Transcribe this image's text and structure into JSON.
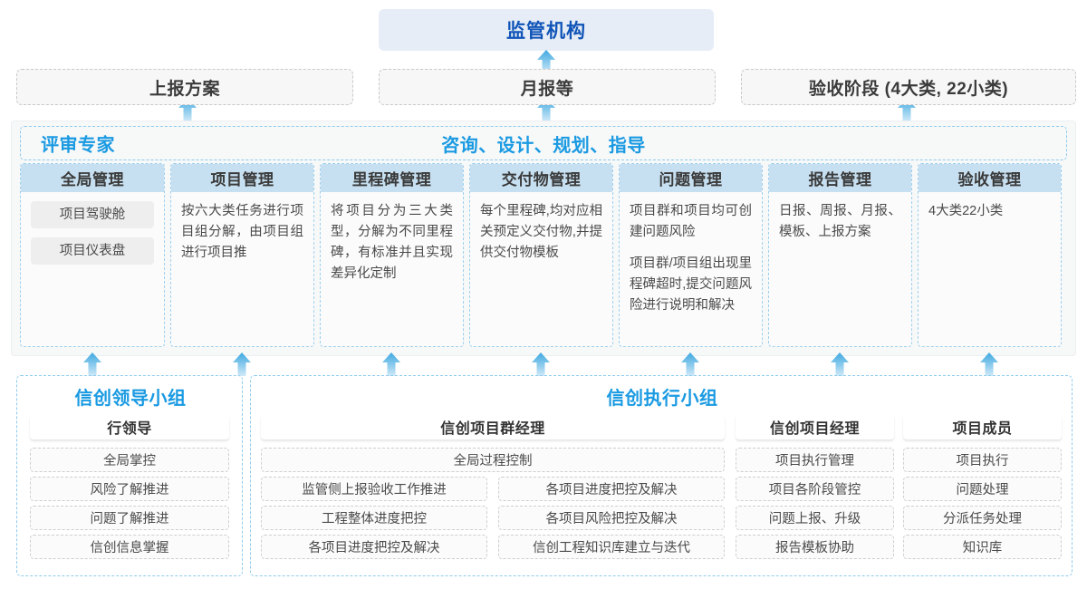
{
  "top": {
    "regulator": "监管机构",
    "boxes": [
      {
        "label": "上报方案"
      },
      {
        "label": "月报等"
      },
      {
        "label": "验收阶段 (4大类, 22小类)"
      }
    ]
  },
  "middle": {
    "role_left": "评审专家",
    "role_center": "咨询、设计、规划、指导",
    "columns": [
      {
        "head": "全局管理",
        "pills": [
          "项目驾驶舱",
          "项目仪表盘"
        ],
        "paragraphs": []
      },
      {
        "head": "项目管理",
        "pills": [],
        "paragraphs": [
          "按六大类任务进行项目组分解，由项目组进行项目推"
        ]
      },
      {
        "head": "里程碑管理",
        "pills": [],
        "paragraphs": [
          "将项目分为三大类型，分解为不同里程碑，有标准并且实现差异化定制"
        ]
      },
      {
        "head": "交付物管理",
        "pills": [],
        "paragraphs": [
          "每个里程碑,均对应相关预定义交付物,并提供交付物模板"
        ]
      },
      {
        "head": "问题管理",
        "pills": [],
        "paragraphs": [
          "项目群和项目均可创建问题风险",
          "项目群/项目组出现里程碑超时,提交问题风险进行说明和解决"
        ]
      },
      {
        "head": "报告管理",
        "pills": [],
        "paragraphs": [
          "日报、周报、月报、模板、上报方案"
        ]
      },
      {
        "head": "验收管理",
        "pills": [],
        "paragraphs": [
          "4大类22小类"
        ]
      }
    ]
  },
  "bottom": {
    "left_panel": {
      "title": "信创领导小组",
      "head": "行领导",
      "items": [
        "全局掌控",
        "风险了解推进",
        "问题了解推进",
        "信创信息掌握"
      ]
    },
    "right_panel": {
      "title": "信创执行小组",
      "groups": [
        {
          "head": "信创项目群经理",
          "wide_item": "全局过程控制",
          "col_a": [
            "监管侧上报验收工作推进",
            "工程整体进度把控",
            "各项目进度把控及解决"
          ],
          "col_b": [
            "各项目进度把控及解决",
            "各项目风险把控及解决",
            "信创工程知识库建立与迭代"
          ]
        },
        {
          "head": "信创项目经理",
          "items": [
            "项目执行管理",
            "项目各阶段管控",
            "问题上报、升级",
            "报告模板协助"
          ]
        },
        {
          "head": "项目成员",
          "items": [
            "项目执行",
            "问题处理",
            "分派任务处理",
            "知识库"
          ]
        }
      ]
    }
  },
  "colors": {
    "accent_blue": "#1a9ae2",
    "deep_blue": "#1155b8",
    "head_fill": "#c7e0f1",
    "top_fill": "#e7edf6"
  }
}
